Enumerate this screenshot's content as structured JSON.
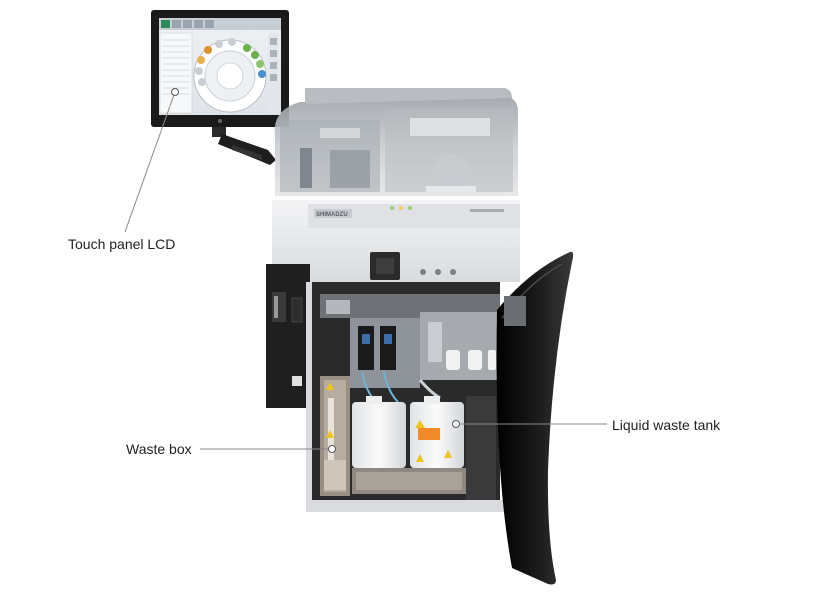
{
  "labels": {
    "touch_panel": "Touch panel LCD",
    "waste_box": "Waste box",
    "liquid_waste_tank": "Liquid waste tank"
  },
  "brand": "SHIMADZU",
  "colors": {
    "background": "#ffffff",
    "callout_line": "#8a8a8a",
    "instrument_body": "#e9eaec",
    "door": "#0c0c0c"
  }
}
